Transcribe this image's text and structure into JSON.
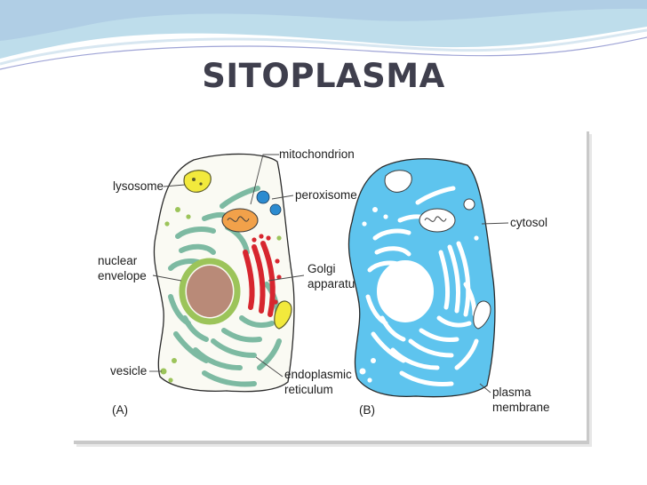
{
  "slide": {
    "title": "SITOPLASMA"
  },
  "figure": {
    "panel_a": {
      "tag": "(A)",
      "labels": {
        "mitochondrion": "mitochondrion",
        "lysosome": "lysosome",
        "peroxisome": "peroxisome",
        "nuclear_line1": "nuclear",
        "nuclear_line2": "envelope",
        "golgi_line1": "Golgi",
        "golgi_line2": "apparatus",
        "vesicle": "vesicle",
        "er_line1": "endoplasmic",
        "er_line2": "reticulum"
      }
    },
    "panel_b": {
      "tag": "(B)",
      "labels": {
        "cytosol": "cytosol",
        "plasma_line1": "plasma",
        "plasma_line2": "membrane"
      }
    }
  },
  "colors": {
    "title_text": "#3f3f4d",
    "banner_blue": "#aed4e6",
    "banner_purple": "#b9b4df",
    "cell_a_fill": "#fafaf3",
    "cell_b_fill": "#5ec4ee",
    "er": "#7dbaa2",
    "nucleus": "#b98a78",
    "nuclear_envelope": "#9cc45a",
    "golgi": "#d7262f",
    "lysosome": "#f2e93c",
    "mitochondrion": "#f2a14a",
    "peroxisome": "#2c8bd0"
  }
}
